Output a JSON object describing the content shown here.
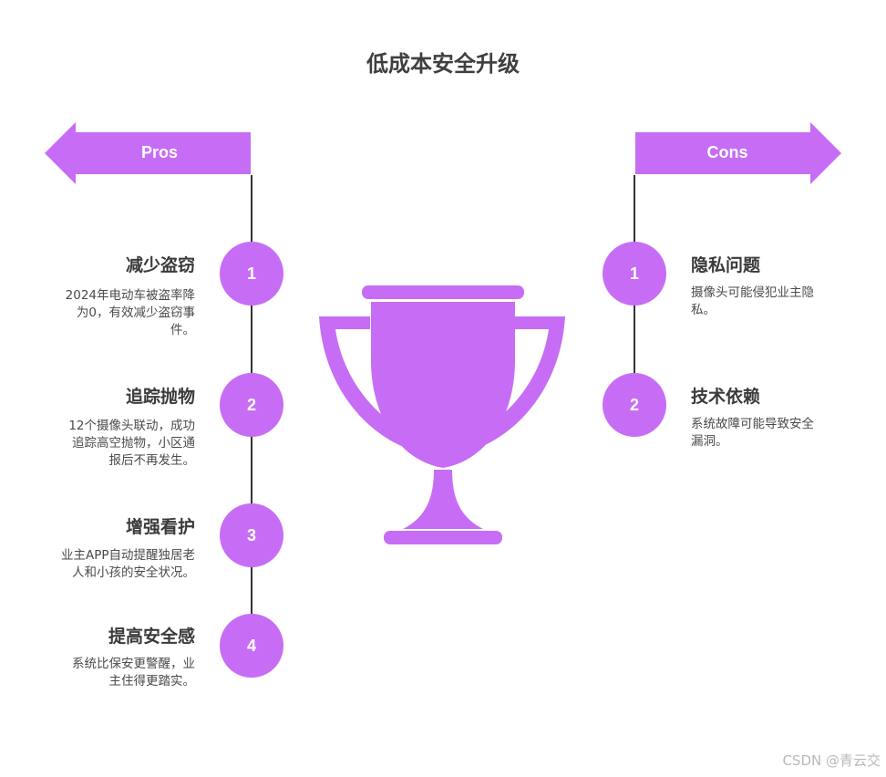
{
  "title": "低成本安全升级",
  "colors": {
    "accent": "#c76df5",
    "line": "#333333",
    "text": "#4a4a4a"
  },
  "pros": {
    "label": "Pros",
    "items": [
      {
        "number": "1",
        "title": "减少盗窃",
        "desc_lines": [
          "2024年电动车被盗率降",
          "为0，有效减少盗窃事",
          "件。"
        ]
      },
      {
        "number": "2",
        "title": "追踪抛物",
        "desc_lines": [
          "12个摄像头联动，成功",
          "追踪高空抛物，小区通",
          "报后不再发生。"
        ]
      },
      {
        "number": "3",
        "title": "增强看护",
        "desc_lines": [
          "业主APP自动提醒独居老",
          "人和小孩的安全状况。"
        ]
      },
      {
        "number": "4",
        "title": "提高安全感",
        "desc_lines": [
          "系统比保安更警醒，业",
          "主住得更踏实。"
        ]
      }
    ]
  },
  "cons": {
    "label": "Cons",
    "items": [
      {
        "number": "1",
        "title": "隐私问题",
        "desc_lines": [
          "摄像头可能侵犯业主隐",
          "私。"
        ]
      },
      {
        "number": "2",
        "title": "技术依赖",
        "desc_lines": [
          "系统故障可能导致安全",
          "漏洞。"
        ]
      }
    ]
  },
  "icon": "trophy-icon",
  "watermark": "CSDN @青云交"
}
